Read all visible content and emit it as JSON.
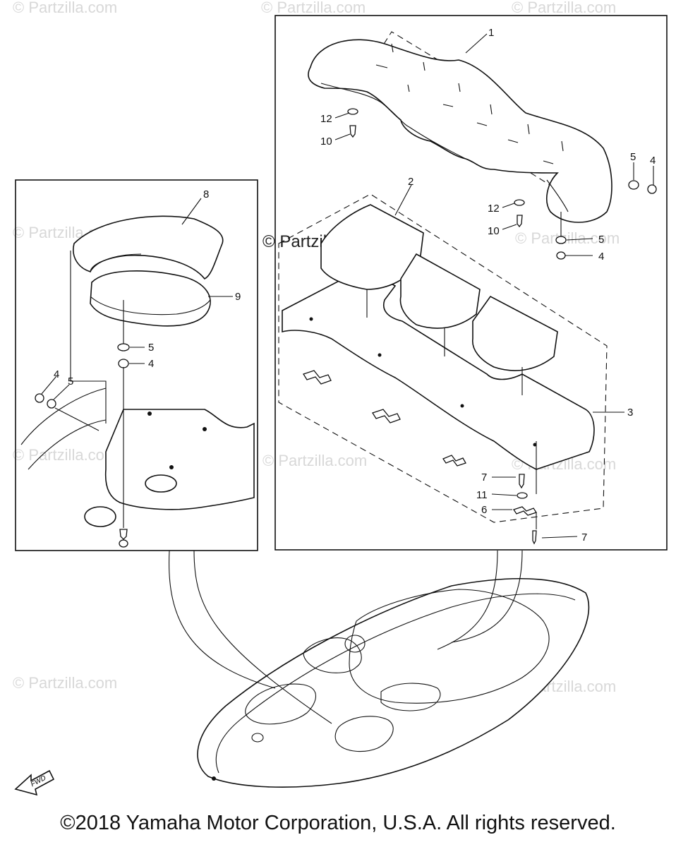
{
  "watermark": {
    "text": "© Partzilla.com",
    "featured": "© Partzilla.com"
  },
  "callouts": {
    "c1": "1",
    "c2": "2",
    "c3": "3",
    "c4a": "4",
    "c4b": "4",
    "c4c": "4",
    "c4d": "4",
    "c5a": "5",
    "c5b": "5",
    "c5c": "5",
    "c5d": "5",
    "c6": "6",
    "c7a": "7",
    "c7b": "7",
    "c8": "8",
    "c9": "9",
    "c10a": "10",
    "c10b": "10",
    "c11": "11",
    "c12a": "12",
    "c12b": "12"
  },
  "fwd_label": "FWD",
  "copyright": "©2018 Yamaha Motor Corporation, U.S.A. All rights reserved."
}
